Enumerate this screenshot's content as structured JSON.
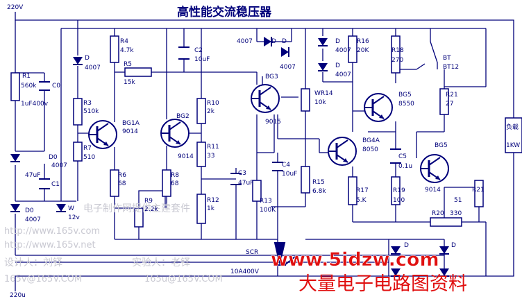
{
  "title": "高性能交流稳压器",
  "rails": {
    "top": "220V",
    "bottom": "220u"
  },
  "labels": {
    "r1": "R1",
    "r1_val": "560k",
    "c0": "C0",
    "c0_val": "1uF400v",
    "d0": "D0",
    "d0_val": "4007",
    "c1": "C1",
    "c1_val": "47uF",
    "d0b": "D0",
    "d0b_val": "4007",
    "wz": "W",
    "wz_val": "12v",
    "d_top": "D",
    "d_top_val": "4007",
    "r3": "R3",
    "r3_val": "510k",
    "r7": "R7",
    "r7_val": "510",
    "r4": "R4",
    "r4_val": "4.7k",
    "r5": "R5",
    "r5_val": "15k",
    "bg1a": "BG1A",
    "bg1a_val": "9014",
    "r6": "R6",
    "r6_val": "68",
    "c2": "C2",
    "c2_val": "10uF",
    "bg2": "BG2",
    "bg2_val": "9014",
    "r8": "R8",
    "r8_val": "68",
    "r9": "R9",
    "r9_val": "2.2k",
    "r10": "R10",
    "r10_val": "2k",
    "r11": "R11",
    "r11_val": "33",
    "r12": "R12",
    "r12_val": "1k",
    "c3": "C3",
    "c3_val": "47uF",
    "d_a": "4007",
    "d_a2": "D",
    "d_b": "D",
    "d_b2": "4007",
    "bg3": "BG3",
    "bg3_val": "9015",
    "wr14": "WR14",
    "wr14_val": "10k",
    "c4": "C4",
    "c4_val": "10uF",
    "r13": "R13",
    "r13_val": "100K",
    "r15": "R15",
    "r15_val": "6.8k",
    "d_c": "D",
    "d_c_val": "4007",
    "d_d": "D",
    "d_d_val": "4007",
    "r16": "R16",
    "r16_val": "20K",
    "r18": "R18",
    "r18_val": "270",
    "bt": "BT",
    "bt_val": "BT12",
    "bg5a": "BG5",
    "bg5a_val": "8550",
    "r21a": "R21",
    "r21a_val": "27",
    "bg4a": "BG4A",
    "bg4a_val": "8050",
    "c5": "C5",
    "c5_val": "0.1u",
    "bg5b": "BG5",
    "bg5b_val": "9014",
    "r17": "R17",
    "r17_val": "5.K",
    "r19": "R19",
    "r19_val": "100",
    "r20": "R20",
    "r20_val": "330",
    "r21b": "R21",
    "r21b_val": "51",
    "load": "负载",
    "load_val": "1KW",
    "scr": "SCR",
    "scr_val": "10A400V",
    "bridge_a": "D",
    "bridge_b": "D"
  },
  "watermarks": {
    "line1": "电子制作网提供主建套件",
    "line2": "http://www.165v.com",
    "line3": "http://www.165v.net",
    "line4": "设计人：刘铎",
    "line5": "实验人：老铎",
    "line6": "165v@165V.COM",
    "line7": "165u@165V.COM"
  },
  "site_logo": "www.5idzw.com",
  "site_caption": "大量电子电路图资料",
  "colors": {
    "wire": "#00007a",
    "logo": "#e01010"
  }
}
